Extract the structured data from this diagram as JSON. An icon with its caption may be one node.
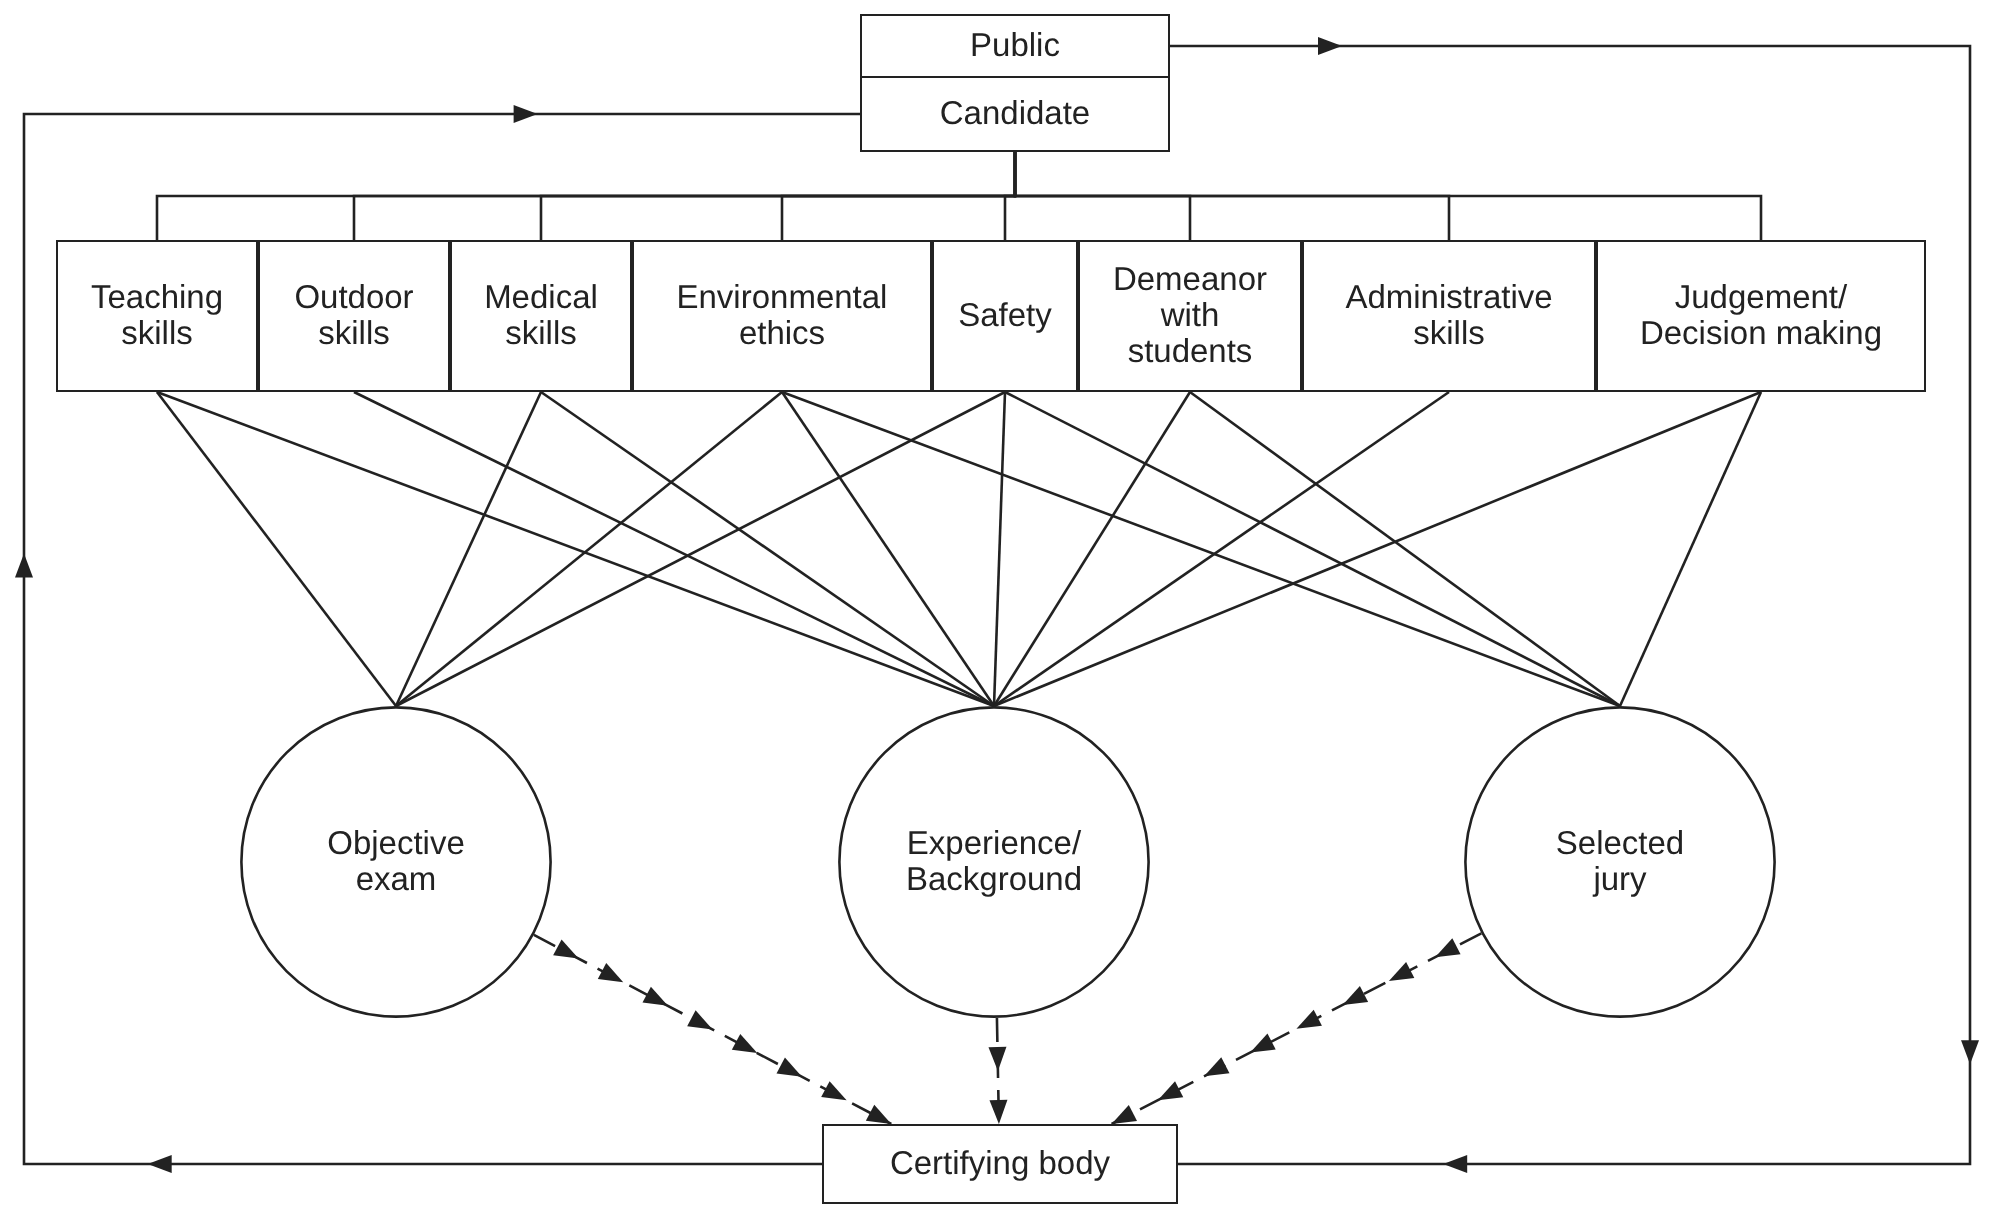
{
  "diagram": {
    "nodes": [
      {
        "text": [
          "Public"
        ]
      },
      {
        "text": [
          "Candidate"
        ]
      },
      {
        "text": [
          "Teaching skills"
        ]
      },
      {
        "text": [
          "Outdoor skills"
        ]
      },
      {
        "text": [
          "Medical skills"
        ]
      },
      {
        "text": [
          "Environmental ethics"
        ]
      },
      {
        "text": [
          "Safety"
        ]
      },
      {
        "text": [
          "Demeanor with students"
        ]
      },
      {
        "text": [
          "Administrative skills"
        ]
      },
      {
        "text": [
          "Judgement/ Decision making"
        ]
      },
      {
        "text": [
          "Objective exam"
        ]
      },
      {
        "text": [
          "Experience/ Background"
        ]
      },
      {
        "text": [
          "Selected jury"
        ]
      },
      {
        "text": [
          "Certifying body"
        ]
      }
    ],
    "edges": [
      {
        "from": 0,
        "to": 13,
        "arrow": "to"
      },
      {
        "from": 13,
        "to": 1,
        "arrow": "to"
      },
      {
        "from": 1,
        "to": 2,
        "arrow": "none"
      },
      {
        "from": 1,
        "to": 3,
        "arrow": "none"
      },
      {
        "from": 1,
        "to": 4,
        "arrow": "none"
      },
      {
        "from": 1,
        "to": 5,
        "arrow": "none"
      },
      {
        "from": 1,
        "to": 6,
        "arrow": "none"
      },
      {
        "from": 1,
        "to": 7,
        "arrow": "none"
      },
      {
        "from": 1,
        "to": 8,
        "arrow": "none"
      },
      {
        "from": 1,
        "to": 9,
        "arrow": "none"
      },
      {
        "from": 2,
        "to": 10,
        "arrow": "none"
      },
      {
        "from": 2,
        "to": 11,
        "arrow": "none"
      },
      {
        "from": 3,
        "to": 11,
        "arrow": "none"
      },
      {
        "from": 4,
        "to": 10,
        "arrow": "none"
      },
      {
        "from": 4,
        "to": 11,
        "arrow": "none"
      },
      {
        "from": 5,
        "to": 10,
        "arrow": "none"
      },
      {
        "from": 5,
        "to": 11,
        "arrow": "none"
      },
      {
        "from": 5,
        "to": 12,
        "arrow": "none"
      },
      {
        "from": 6,
        "to": 10,
        "arrow": "none"
      },
      {
        "from": 6,
        "to": 11,
        "arrow": "none"
      },
      {
        "from": 6,
        "to": 12,
        "arrow": "none"
      },
      {
        "from": 7,
        "to": 11,
        "arrow": "none"
      },
      {
        "from": 7,
        "to": 12,
        "arrow": "none"
      },
      {
        "from": 8,
        "to": 11,
        "arrow": "none"
      },
      {
        "from": 9,
        "to": 11,
        "arrow": "none"
      },
      {
        "from": 9,
        "to": 12,
        "arrow": "none"
      },
      {
        "from": 10,
        "to": 13,
        "arrow": "to",
        "style": "dashed"
      },
      {
        "from": 11,
        "to": 13,
        "arrow": "to",
        "style": "dashed"
      },
      {
        "from": 12,
        "to": 13,
        "arrow": "to",
        "style": "dashed"
      }
    ]
  }
}
